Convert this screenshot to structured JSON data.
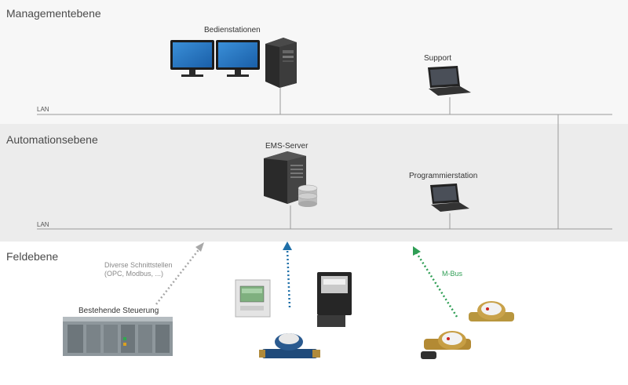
{
  "levels": {
    "management": "Managementebene",
    "automation": "Automationsebene",
    "field": "Feldebene"
  },
  "lan": {
    "top": "LAN",
    "bottom": "LAN"
  },
  "devices": {
    "operator_stations": "Bedienstationen",
    "support": "Support",
    "ems_server": "EMS-Server",
    "programming_station": "Programmierstation",
    "existing_control": "Bestehende Steuerung"
  },
  "interfaces": {
    "diverse_line1": "Diverse Schnittstellen",
    "diverse_line2": "(OPC, Modbus, ...)",
    "mbus": "M-Bus"
  },
  "colors": {
    "gray_arrow": "#a8a8a8",
    "blue_arrow": "#1e6fa8",
    "green_arrow": "#2f9e55",
    "line": "#9a9a9a"
  },
  "icons": [
    "monitor-icon",
    "tower-pc-icon",
    "laptop-icon",
    "server-icon",
    "database-icon",
    "plc-icon",
    "energy-meter-icon",
    "water-meter-icon"
  ]
}
